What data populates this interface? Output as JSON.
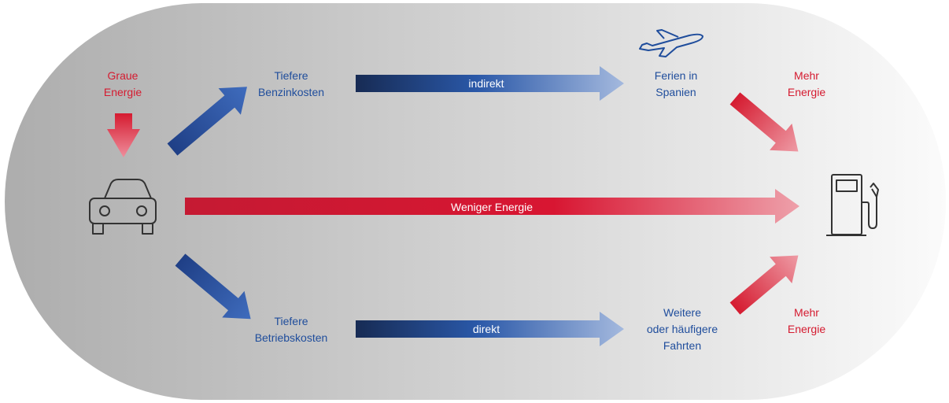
{
  "sources": {
    "graue_energie": [
      "Graue",
      "Energie"
    ]
  },
  "middle_nodes": {
    "tiefere_benzinkosten": [
      "Tiefere",
      "Benzinkosten"
    ],
    "tiefere_betriebskosten": [
      "Tiefere",
      "Betriebskosten"
    ]
  },
  "end_nodes": {
    "ferien": [
      "Ferien in",
      "Spanien"
    ],
    "weitere_fahrten": [
      "Weitere",
      "oder häufigere",
      "Fahrten"
    ]
  },
  "effects": {
    "mehr_energie_top": [
      "Mehr",
      "Energie"
    ],
    "mehr_energie_bottom": [
      "Mehr",
      "Energie"
    ]
  },
  "arrows": {
    "indirekt": "indirekt",
    "direkt": "direkt",
    "weniger_energie": "Weniger Energie"
  },
  "icons": [
    "car-icon",
    "airplane-icon",
    "fuel-pump-icon"
  ],
  "colors": {
    "blue": "#1f4d9c",
    "dark_blue": "#172b54",
    "light_blue": "#9db3dc",
    "red": "#d51b30",
    "light_red": "#ec9aa4",
    "icon": "#333333"
  }
}
